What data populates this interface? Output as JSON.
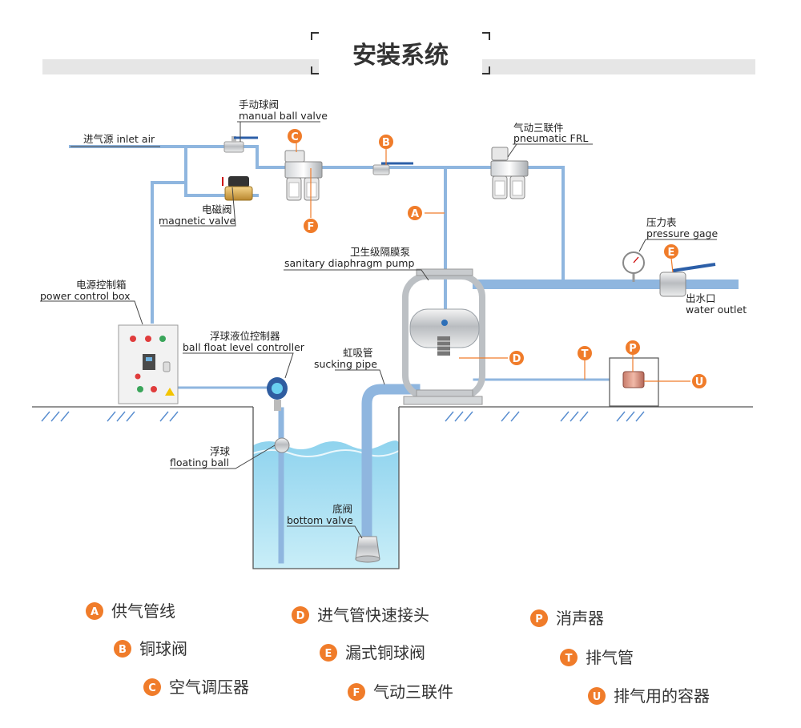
{
  "title": "安装系统",
  "labels": {
    "inlet_air": "进气源 inlet air",
    "manual_cn": "手动球阀",
    "manual_en": "manual ball valve",
    "magnetic_cn": "电磁阀",
    "magnetic_en": "magnetic valve",
    "frl_cn": "气动三联件",
    "frl_en": "pneumatic FRL",
    "pressure_cn": "压力表",
    "pressure_en": "pressure gage",
    "pump_cn": "卫生级隔膜泵",
    "pump_en": "sanitary diaphragm pump",
    "power_cn": "电源控制箱",
    "power_en": "power control box",
    "float_ctrl_cn": "浮球液位控制器",
    "float_ctrl_en": "ball float level controller",
    "sucking_cn": "虹吸管",
    "sucking_en": "sucking pipe",
    "outlet_cn": "出水口",
    "outlet_en": "water outlet",
    "floating_cn": "浮球",
    "floating_en": "floating ball",
    "bottom_cn": "底阀",
    "bottom_en": "bottom valve"
  },
  "markers": {
    "A": "A",
    "B": "B",
    "C": "C",
    "D": "D",
    "E": "E",
    "F": "F",
    "P": "P",
    "T": "T",
    "U": "U"
  },
  "legend": [
    {
      "letter": "A",
      "text": "供气管线"
    },
    {
      "letter": "B",
      "text": "铜球阀"
    },
    {
      "letter": "C",
      "text": "空气调压器"
    },
    {
      "letter": "D",
      "text": "进气管快速接头"
    },
    {
      "letter": "E",
      "text": "漏式铜球阀"
    },
    {
      "letter": "F",
      "text": "气动三联件"
    },
    {
      "letter": "P",
      "text": "消声器"
    },
    {
      "letter": "T",
      "text": "排气管"
    },
    {
      "letter": "U",
      "text": "排气用的容器"
    }
  ],
  "colors": {
    "accent": "#f07c2a",
    "pipe": "#8fb6df",
    "water": "#aee3f3",
    "title_band": "#e6e6e6"
  }
}
